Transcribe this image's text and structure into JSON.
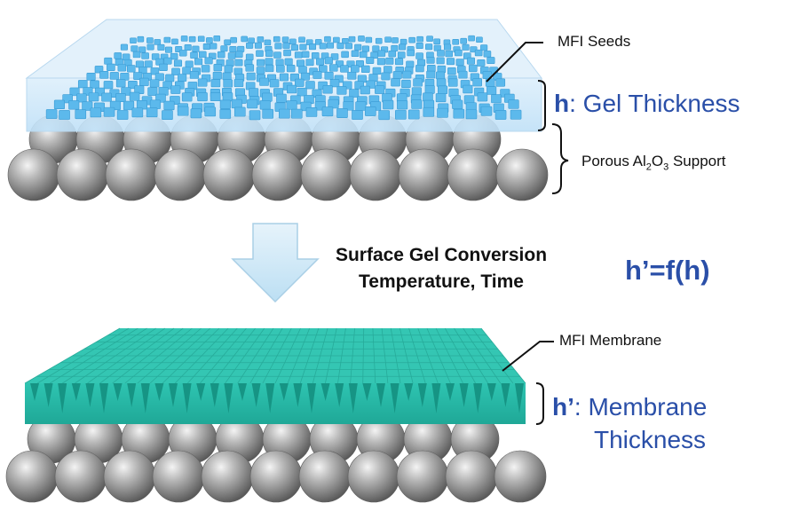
{
  "top": {
    "seeds_label": "MFI Seeds",
    "gel_symbol": "h",
    "gel_text": ": Gel Thickness",
    "support_prefix": "Porous Al",
    "support_sub1": "2",
    "support_mid": "O",
    "support_sub2": "3",
    "support_suffix": " Support"
  },
  "process": {
    "line1": "Surface Gel Conversion",
    "line2": "Temperature, Time",
    "equation": "h’=f(h)"
  },
  "bottom": {
    "membrane_label": "MFI Membrane",
    "thick_symbol": "h’",
    "thick_text_1": ": Membrane",
    "thick_text_2": "Thickness"
  },
  "colors": {
    "accent_blue": "#2a4fa8",
    "gel": "#cfe6f8",
    "seed": "#5bb8ec",
    "membrane": "#2fc3b0",
    "sphere": "#8e8e8e",
    "arrow": "#cfe8f6"
  }
}
